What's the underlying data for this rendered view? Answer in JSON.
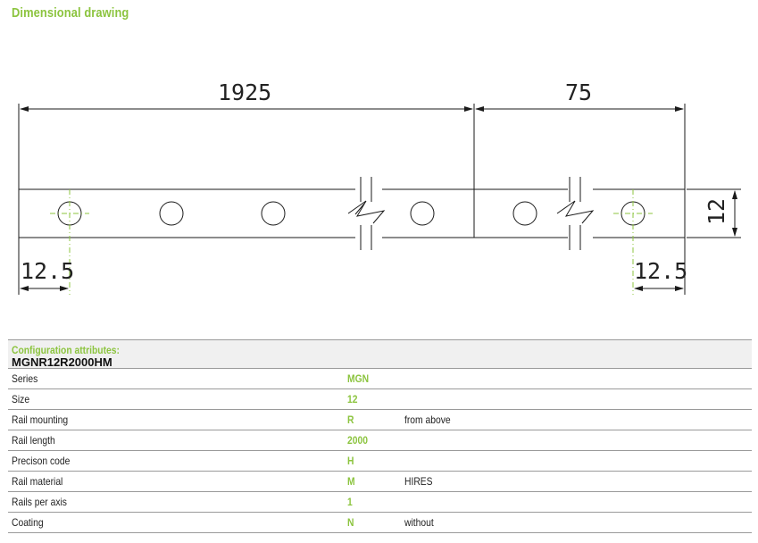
{
  "section_title": "Dimensional drawing",
  "drawing": {
    "dim_total_length": "1925",
    "dim_end_length": "75",
    "dim_height": "12",
    "dim_left_offset": "12.5",
    "dim_right_offset": "12.5",
    "colors": {
      "line": "#1a1a1a",
      "centerline": "#8cc43f"
    }
  },
  "configuration": {
    "header_label": "Configuration attributes:",
    "product_code": "MGNR12R2000HM",
    "rows": [
      {
        "name": "Series",
        "code": "MGN",
        "description": ""
      },
      {
        "name": "Size",
        "code": "12",
        "description": ""
      },
      {
        "name": "Rail mounting",
        "code": "R",
        "description": "from above"
      },
      {
        "name": "Rail length",
        "code": "2000",
        "description": ""
      },
      {
        "name": "Precison code",
        "code": "H",
        "description": ""
      },
      {
        "name": "Rail material",
        "code": "M",
        "description": "HIRES"
      },
      {
        "name": "Rails per axis",
        "code": "1",
        "description": ""
      },
      {
        "name": "Coating",
        "code": "N",
        "description": "without"
      }
    ]
  },
  "theme": {
    "accent": "#8cc43f",
    "header_bg": "#f0f0f0",
    "border": "#9a9a9a"
  }
}
